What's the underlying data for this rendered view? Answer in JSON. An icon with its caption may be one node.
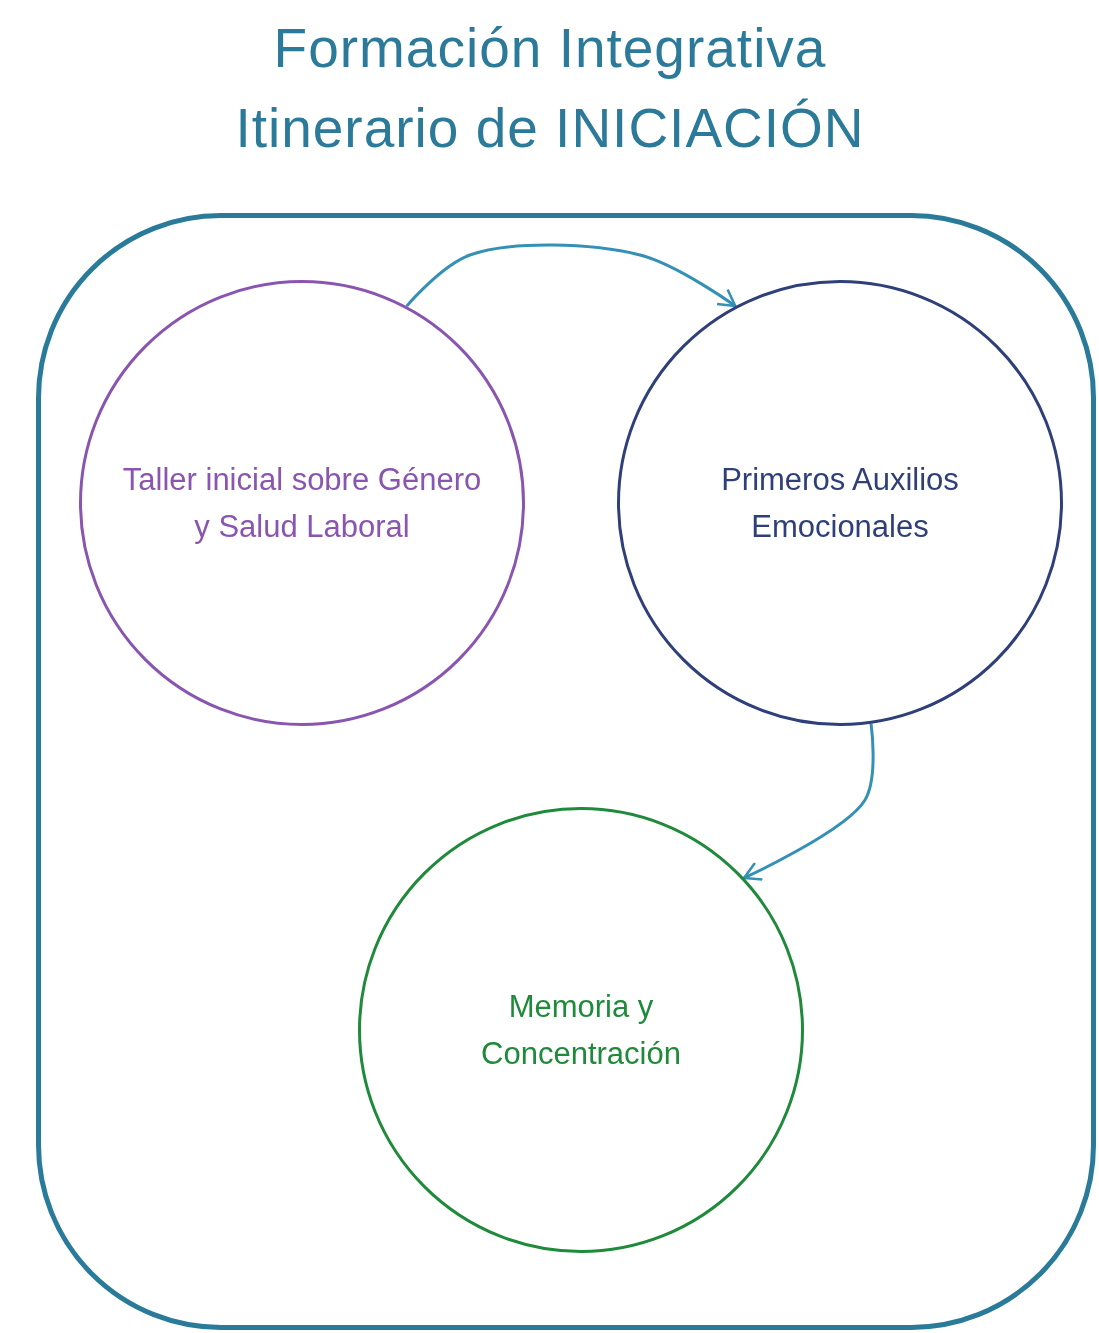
{
  "diagram": {
    "title": "Formación Integrativa Itinerario de INICIACIÓN",
    "nodes": [
      {
        "text": [],
        "shape": "box"
      },
      {
        "text": [
          "Taller inicial sobre Género y Salud Laboral"
        ],
        "in": 0
      },
      {
        "text": [
          "Primeros Auxilios Emocionales"
        ],
        "in": 0
      },
      {
        "text": [
          "Memoria y Concentración"
        ],
        "in": 0
      }
    ],
    "edges": [
      {
        "from": 1,
        "to": 2,
        "arrow": "to"
      },
      {
        "from": 2,
        "to": 3,
        "arrow": "to"
      }
    ]
  }
}
